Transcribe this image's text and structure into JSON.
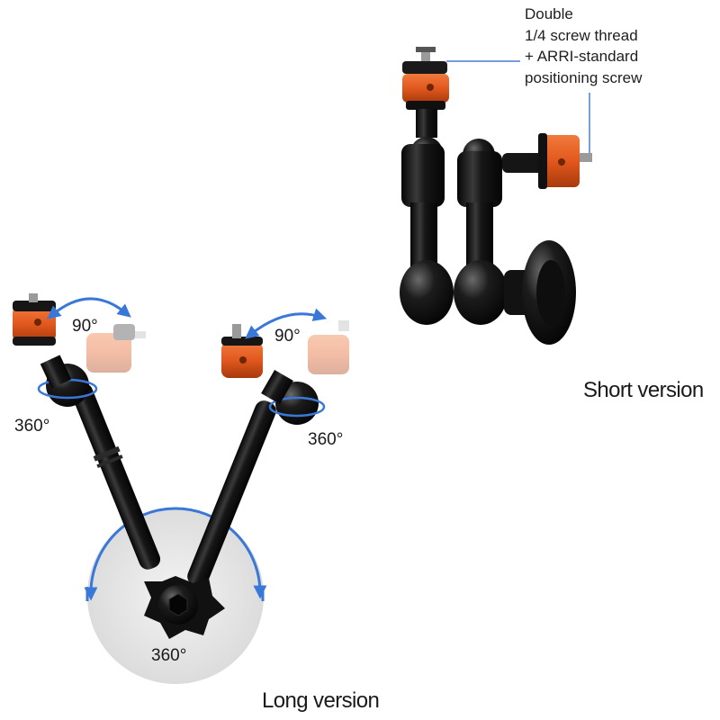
{
  "callout": {
    "lines": [
      "Double",
      "1/4 screw thread",
      "+ ARRI-standard",
      "positioning screw"
    ]
  },
  "labels": {
    "short_version": "Short version",
    "long_version": "Long version"
  },
  "angles": {
    "long_left_tilt": "90°",
    "long_right_tilt": "90°",
    "long_left_rotation": "360°",
    "long_right_rotation": "360°",
    "base_rotation": "360°"
  },
  "colors": {
    "background": "#ffffff",
    "arm_black": "#141414",
    "clamp_orange": "#e2581e",
    "indicator_blue": "#3a78d8",
    "base_circle_gray": "#e6e6e6",
    "callout_line_blue": "#4a7fd1"
  }
}
